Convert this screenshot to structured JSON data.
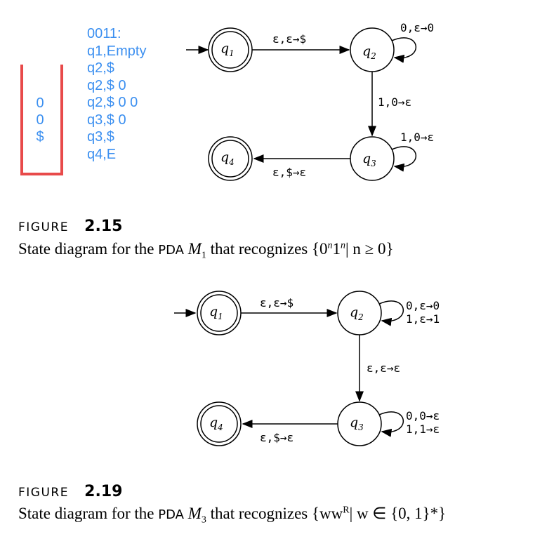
{
  "trace": {
    "input": "0011:",
    "steps": [
      "q1,Empty",
      "q2,$",
      "q2,$ 0",
      "q2,$ 0 0",
      "q3,$ 0",
      "q3,$",
      "q4,E"
    ]
  },
  "stack": {
    "items": [
      "0",
      "0",
      "$"
    ],
    "color": "#e84a4a"
  },
  "figure1": {
    "label": "FIGURE",
    "number": "2.15",
    "caption_pre": "State diagram for the ",
    "caption_pda": "PDA",
    "caption_machine": "M",
    "caption_machine_sub": "1",
    "caption_post": " that recognizes {0",
    "caption_tail": "| n ≥ 0}",
    "states": {
      "q1": "q",
      "q1_sub": "1",
      "q2": "q",
      "q2_sub": "2",
      "q3": "q",
      "q3_sub": "3",
      "q4": "q",
      "q4_sub": "4"
    },
    "transitions": {
      "q1_q2": "ε,ε→$",
      "q2_loop": "0,ε→0",
      "q2_q3": "1,0→ε",
      "q3_loop": "1,0→ε",
      "q3_q4": "ε,$→ε"
    }
  },
  "figure2": {
    "label": "FIGURE",
    "number": "2.19",
    "caption_pre": "State diagram for the ",
    "caption_pda": "PDA",
    "caption_machine": "M",
    "caption_machine_sub": "3",
    "caption_post": " that recognizes {ww",
    "caption_tail": "| w ∈ {0, 1}*}",
    "transitions": {
      "q1_q2": "ε,ε→$",
      "q2_loop_1": "0,ε→0",
      "q2_loop_2": "1,ε→1",
      "q2_q3": "ε,ε→ε",
      "q3_loop_1": "0,0→ε",
      "q3_loop_2": "1,1→ε",
      "q3_q4": "ε,$→ε"
    }
  }
}
